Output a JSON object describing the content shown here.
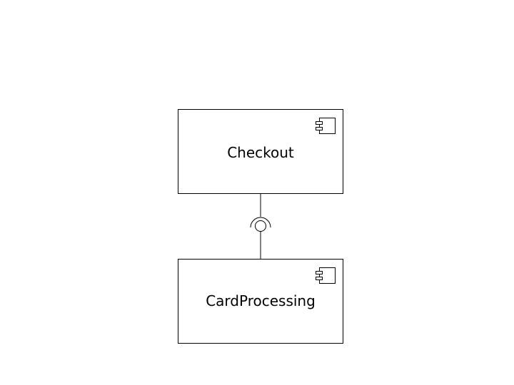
{
  "diagram": {
    "type": "uml-component",
    "components": [
      {
        "id": "checkout",
        "label": "Checkout",
        "icon": "component-icon"
      },
      {
        "id": "card-processing",
        "label": "CardProcessing",
        "icon": "component-icon"
      }
    ],
    "relations": [
      {
        "from": "checkout",
        "to": "card-processing",
        "kind": "interface",
        "required_by": "checkout",
        "provided_by": "card-processing",
        "notation": "ball-and-socket",
        "label": ""
      }
    ]
  }
}
